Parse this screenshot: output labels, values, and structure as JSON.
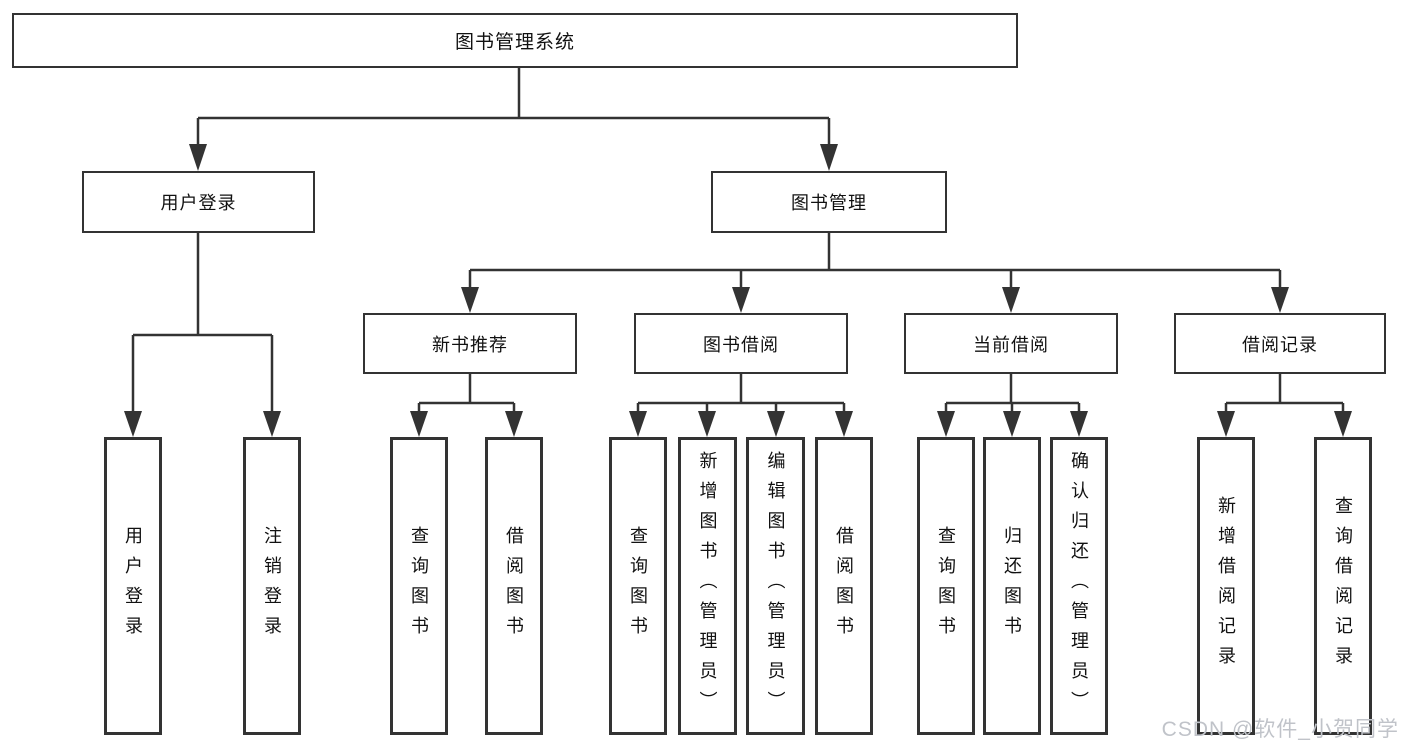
{
  "diagram_title": "图书管理系统",
  "nodes": {
    "root": "图书管理系统",
    "user_login": "用户登录",
    "book_mgmt": "图书管理",
    "new_book_rec": "新书推荐",
    "book_borrow": "图书借阅",
    "current_borrow": "当前借阅",
    "borrow_record": "借阅记录",
    "leaf_user_login": "用户登录",
    "leaf_logout": "注销登录",
    "leaf_query_book_1": "查询图书",
    "leaf_borrow_book_1": "借阅图书",
    "leaf_query_book_2": "查询图书",
    "leaf_add_book": "新增图书（管理员）",
    "leaf_edit_book": "编辑图书（管理员）",
    "leaf_borrow_book_2": "借阅图书",
    "leaf_query_book_3": "查询图书",
    "leaf_return_book": "归还图书",
    "leaf_confirm_return": "确认归还（管理员）",
    "leaf_add_record": "新增借阅记录",
    "leaf_query_record": "查询借阅记录"
  },
  "structure": {
    "图书管理系统": {
      "用户登录": [
        "用户登录",
        "注销登录"
      ],
      "图书管理": {
        "新书推荐": [
          "查询图书",
          "借阅图书"
        ],
        "图书借阅": [
          "查询图书",
          "新增图书（管理员）",
          "编辑图书（管理员）",
          "借阅图书"
        ],
        "当前借阅": [
          "查询图书",
          "归还图书",
          "确认归还（管理员）"
        ],
        "借阅记录": [
          "新增借阅记录",
          "查询借阅记录"
        ]
      }
    }
  },
  "watermark": {
    "text": "CSDN @软件_小贺同学"
  },
  "colors": {
    "line": "#333333",
    "box_border": "#333333",
    "text": "#111111",
    "watermark_text": "#c0c3c9",
    "background": "#ffffff"
  }
}
